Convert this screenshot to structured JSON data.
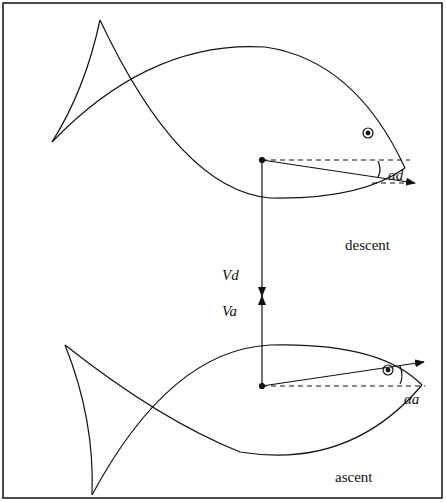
{
  "diagram": {
    "labels": [
      "Vd",
      "descent",
      "Va",
      "ascent",
      "αd",
      "αa"
    ]
  }
}
